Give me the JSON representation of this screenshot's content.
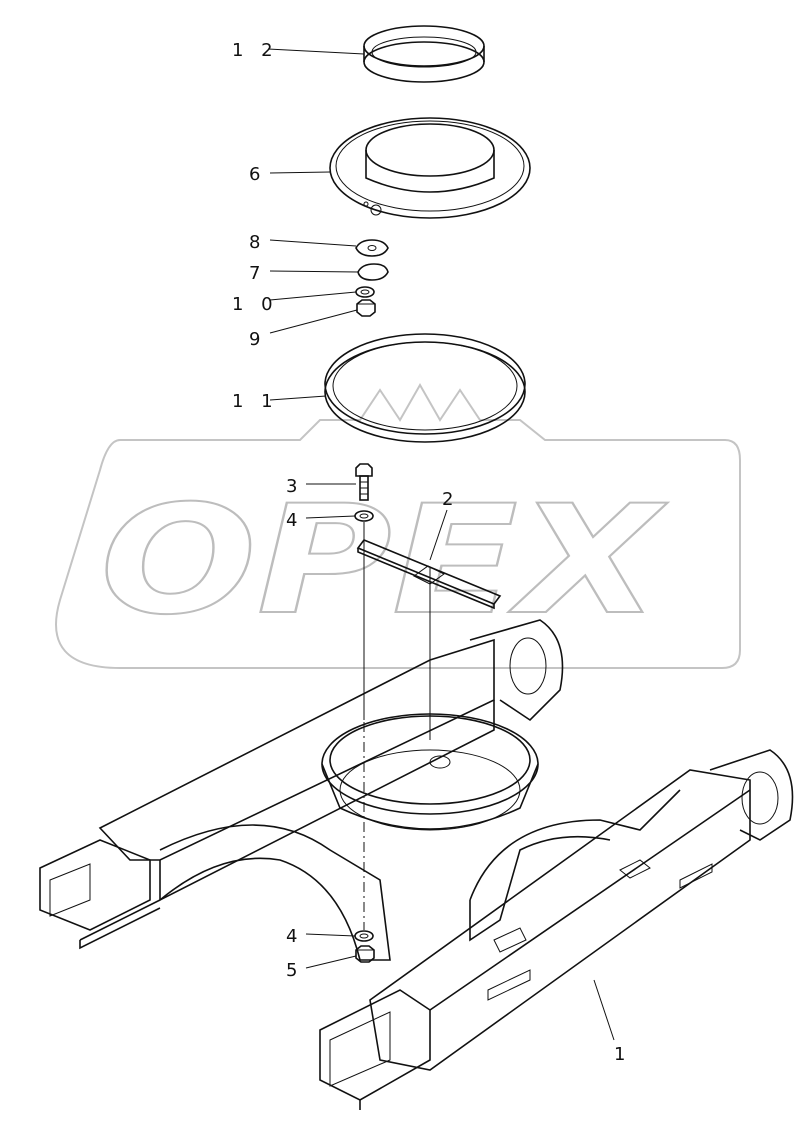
{
  "watermark": {
    "text": "OPEX"
  },
  "callouts": [
    {
      "id": "12",
      "label": "1 2"
    },
    {
      "id": "6",
      "label": "6"
    },
    {
      "id": "8",
      "label": "8"
    },
    {
      "id": "7",
      "label": "7"
    },
    {
      "id": "10",
      "label": "1 0"
    },
    {
      "id": "9",
      "label": "9"
    },
    {
      "id": "11",
      "label": "1 1"
    },
    {
      "id": "3",
      "label": "3"
    },
    {
      "id": "4a",
      "label": "4"
    },
    {
      "id": "2",
      "label": "2"
    },
    {
      "id": "4b",
      "label": "4"
    },
    {
      "id": "5",
      "label": "5"
    },
    {
      "id": "1",
      "label": "1"
    }
  ]
}
